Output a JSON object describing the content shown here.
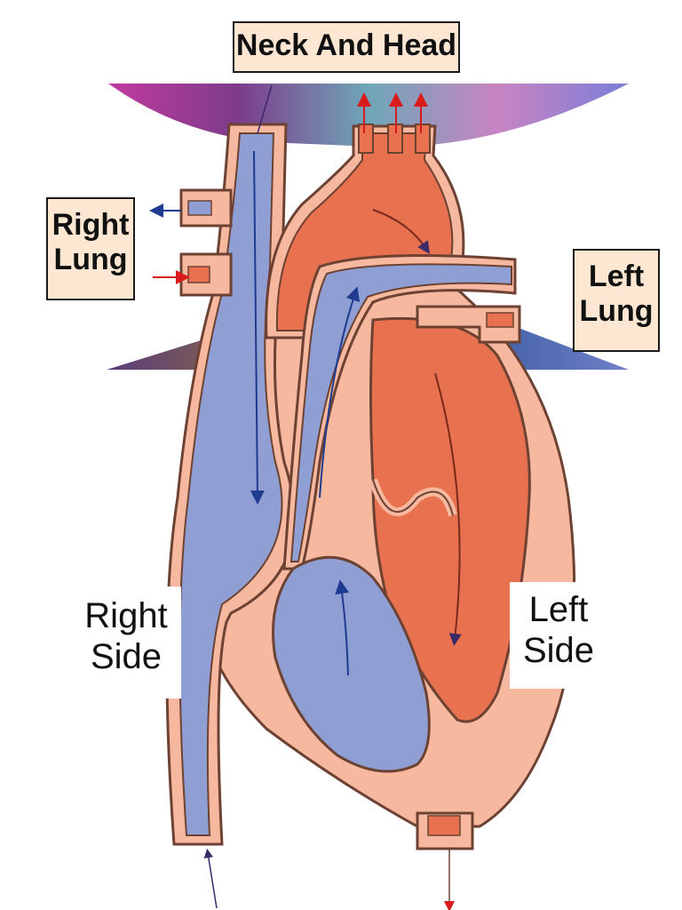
{
  "labels": {
    "neck_head": "Neck And Head",
    "right_lung_1": "Right",
    "right_lung_2": "Lung",
    "left_lung_1": "Left",
    "left_lung_2": "Lung",
    "right_side_1": "Right",
    "right_side_2": "Side",
    "left_side_1": "Left",
    "left_side_2": "Side"
  },
  "colors": {
    "deoxygenated": "#8f9fd4",
    "oxygenated": "#e8714f",
    "wall": "#f6b9a0",
    "outline": "#6d4233",
    "arrow_red": "#d81a1a",
    "arrow_blue": "#1f3b8f"
  }
}
